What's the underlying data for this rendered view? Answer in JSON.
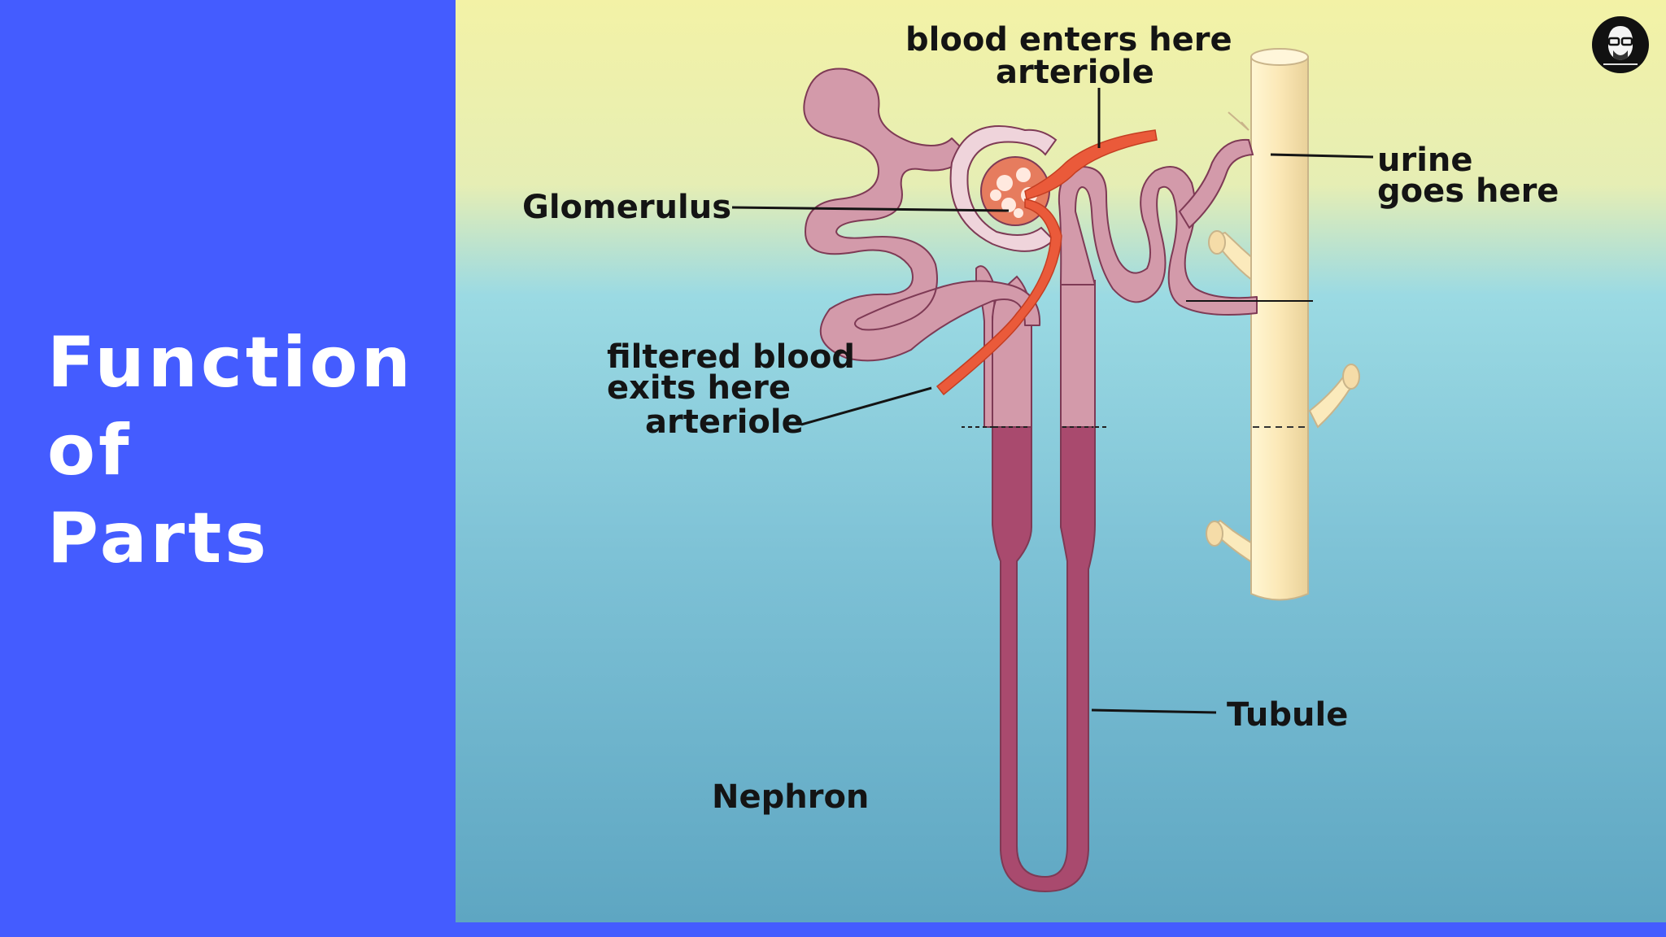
{
  "side_title": {
    "line1": "Function",
    "line2": "of",
    "line3": "Parts"
  },
  "diagram": {
    "label_blood_enters_1": "blood enters here",
    "label_blood_enters_2": "arteriole",
    "label_urine_1": "urine",
    "label_urine_2": "goes here",
    "label_glomerulus": "Glomerulus",
    "label_filtered_1": "filtered blood",
    "label_filtered_2": "exits here",
    "label_filtered_3": "arteriole",
    "label_tubule": "Tubule",
    "label_nephron": "Nephron"
  },
  "colors": {
    "panel_blue": "#445cff",
    "bg_top": "#f0f1a8",
    "bg_mid": "#98d8e2",
    "bg_bottom": "#5ea9c4",
    "tubule_light": "#d39aaa",
    "tubule_dark": "#a94a6e",
    "tubule_outline": "#7e3a55",
    "arteriole_red": "#ea5a3a",
    "collecting_duct": "#fbeabc",
    "collecting_outline": "#c9b48a"
  },
  "logo": {
    "icon": "avatar-logo-icon"
  }
}
